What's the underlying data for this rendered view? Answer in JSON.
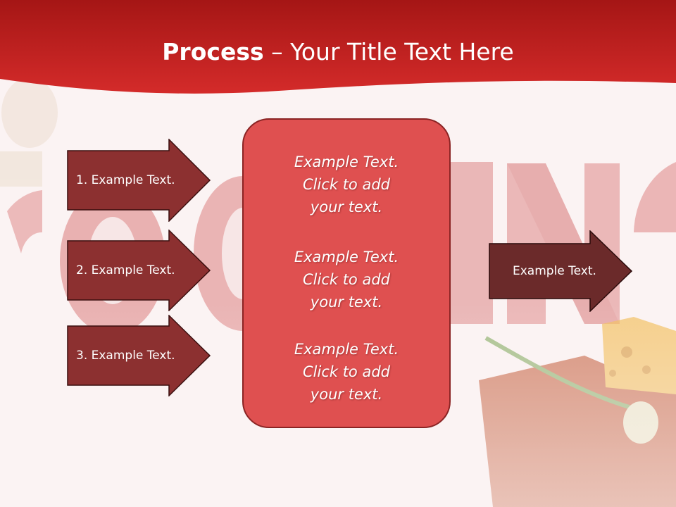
{
  "header": {
    "title_bold": "Process",
    "title_rest": " – Your Title Text Here",
    "color": "#c7211f"
  },
  "steps": [
    {
      "label": "1. Example Text."
    },
    {
      "label": "2. Example Text."
    },
    {
      "label": "3. Example Text."
    }
  ],
  "center_panel": {
    "blocks": [
      {
        "text": "Example Text.\nClick  to add\nyour text."
      },
      {
        "text": "Example Text.\nClick  to add\nyour text."
      },
      {
        "text": "Example Text.\nClick  to add\nyour text."
      }
    ],
    "color": "#df5050"
  },
  "result": {
    "label": "Example Text.",
    "color": "#6b2a2a"
  },
  "colors": {
    "step_arrow": "#8c3030",
    "arrow_border": "#3a0f0f"
  }
}
